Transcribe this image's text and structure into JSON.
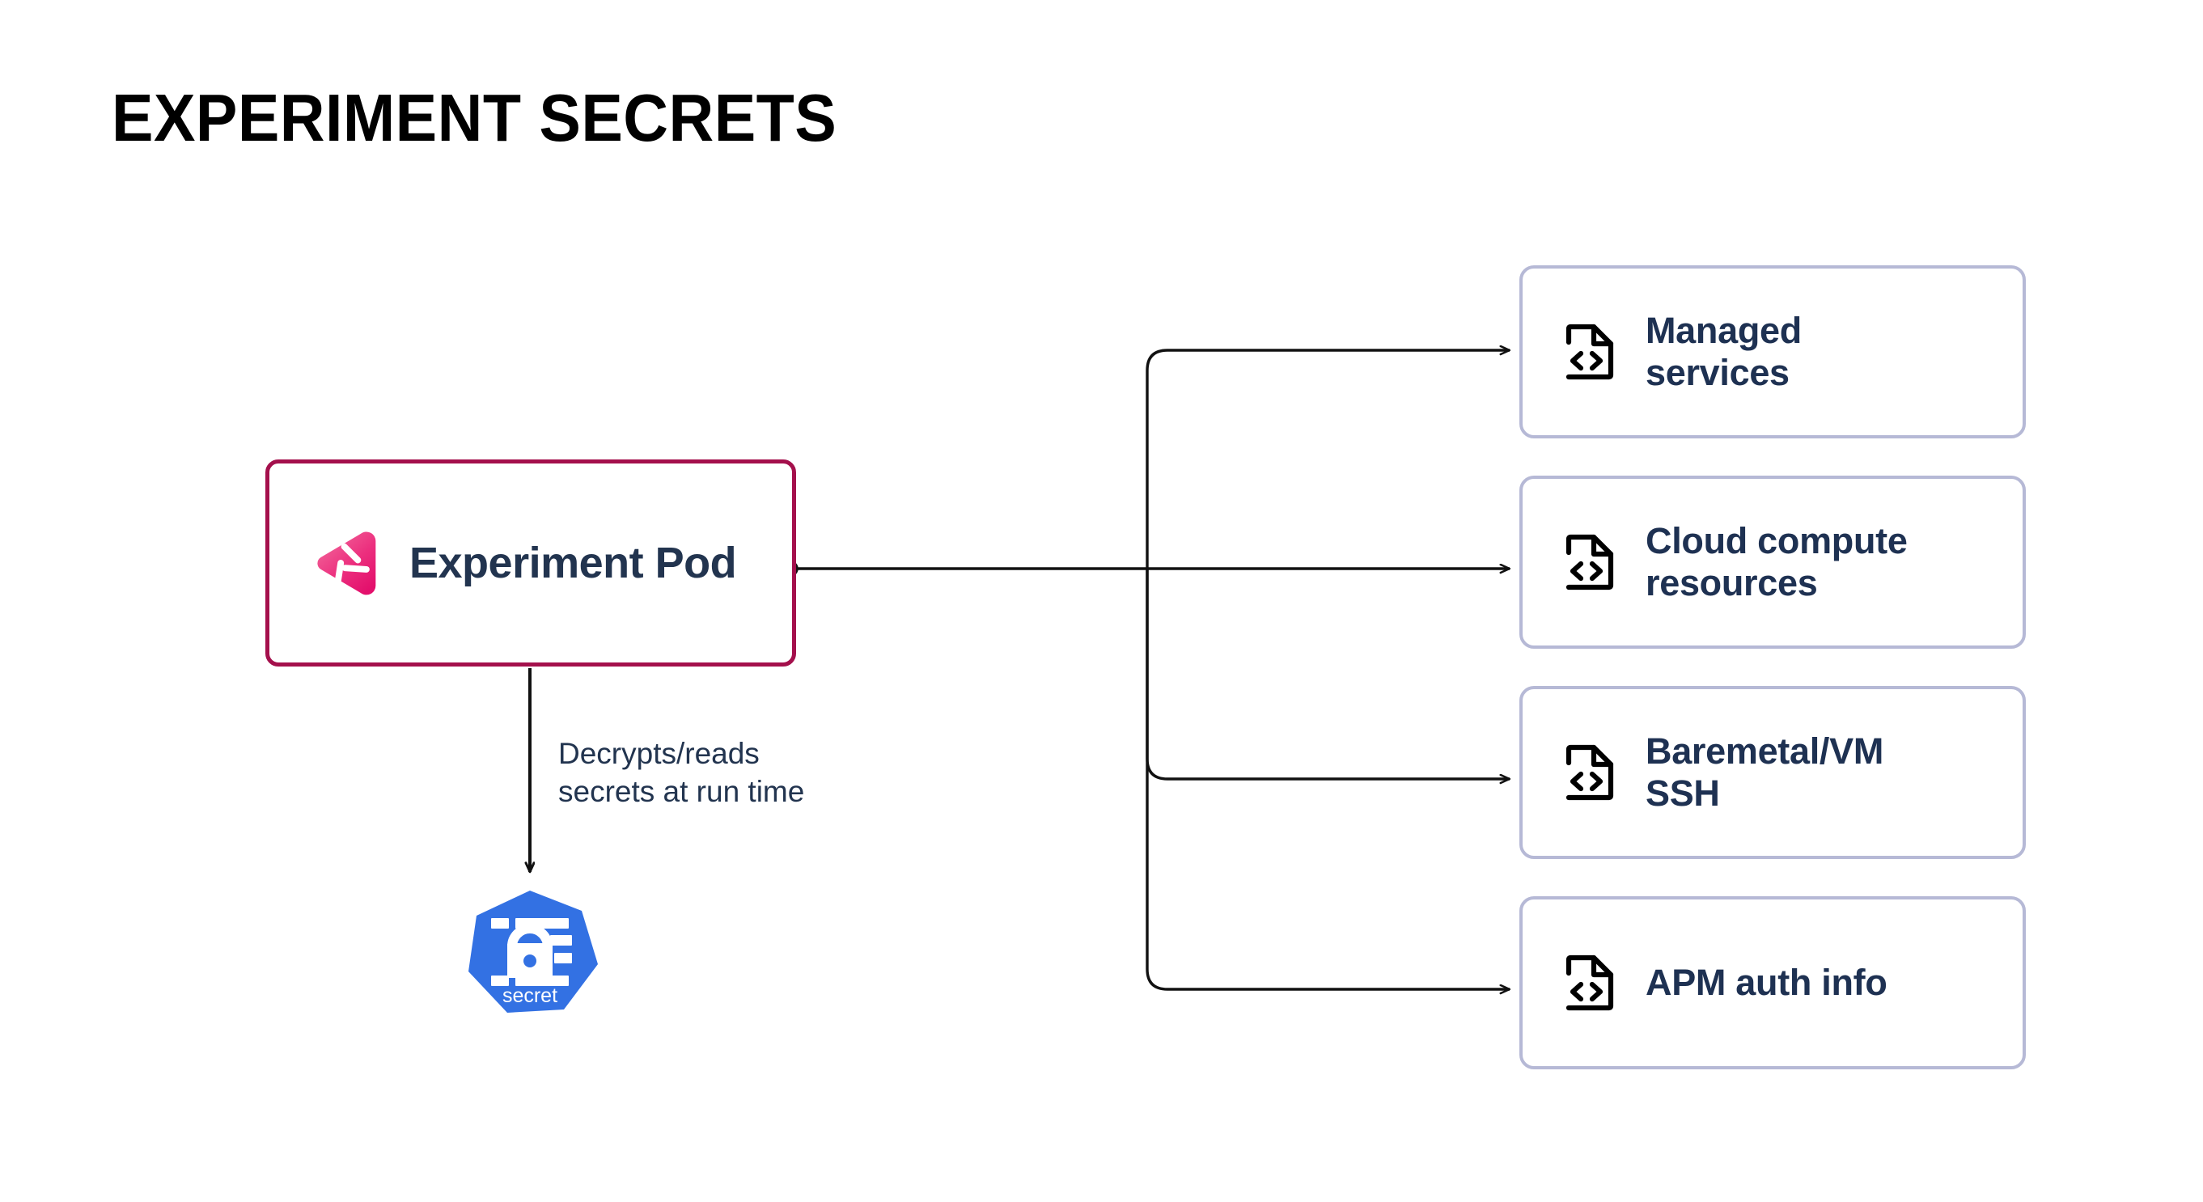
{
  "page": {
    "title": "EXPERIMENT SECRETS",
    "background_color": "#ffffff"
  },
  "colors": {
    "pod_border": "#A4104C",
    "pod_logo_pink_light": "#F0568F",
    "pod_logo_pink_dark": "#E3136F",
    "card_border": "#B6B9D6",
    "card_text": "#1E3152",
    "label_text": "#22344F",
    "connector_line": "#111111",
    "secret_blue": "#3371E3",
    "title_text": "#000000"
  },
  "source_node": {
    "label": "Experiment Pod",
    "logo_icon": "gremlin-logo-icon",
    "connector_port_icon": "connector-dot-icon"
  },
  "secret_flow": {
    "edge_label": "Decrypts/reads\nsecrets at run time",
    "arrow_icon": "arrow-down-icon",
    "node": {
      "label": "secret",
      "shape_icon": "kubernetes-heptagon-icon",
      "glyph_icon": "padlock-icon"
    }
  },
  "targets": {
    "items": [
      {
        "label": "Managed\nservices",
        "icon": "code-file-icon",
        "arrow_icon": "arrow-right-icon"
      },
      {
        "label": "Cloud compute\nresources",
        "icon": "code-file-icon",
        "arrow_icon": "arrow-right-icon"
      },
      {
        "label": "Baremetal/VM\nSSH",
        "icon": "code-file-icon",
        "arrow_icon": "arrow-right-icon"
      },
      {
        "label": "APM auth info",
        "icon": "code-file-icon",
        "arrow_icon": "arrow-right-icon"
      }
    ]
  }
}
